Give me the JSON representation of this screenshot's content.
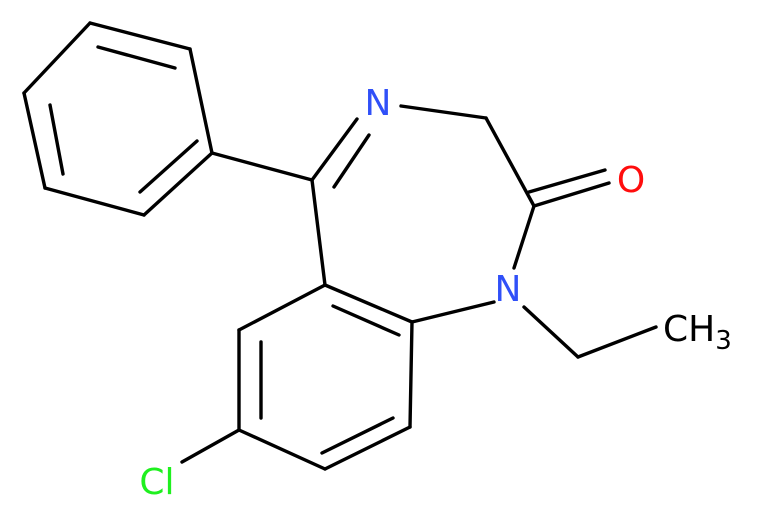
{
  "molecule": {
    "atoms": {
      "nitrogen_imine": {
        "text": "N",
        "color": "#3050f8"
      },
      "oxygen": {
        "text": "O",
        "color": "#ff0d0d"
      },
      "nitrogen_amide": {
        "text": "N",
        "color": "#3050f8"
      },
      "methyl": {
        "main": "CH",
        "sub": "3",
        "color": "#000000"
      },
      "chlorine": {
        "text": "Cl",
        "color": "#1ff01f"
      }
    },
    "bond_color": "#000000"
  }
}
